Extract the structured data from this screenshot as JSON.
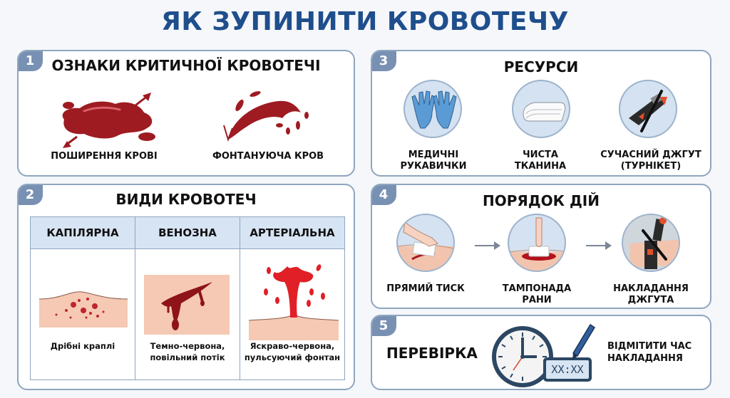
{
  "page": {
    "title": "ЯК ЗУПИНИТИ КРОВОТЕЧУ"
  },
  "colors": {
    "title": "#1f4e8c",
    "badge": "#7891b3",
    "border": "#8fa6c0",
    "blood_dark": "#9e1b22",
    "blood_bright": "#d9202a",
    "skin": "#f5c9b3",
    "table_header": "#d6e4f3",
    "circle_bg": "#d4e2f1"
  },
  "sections": {
    "signs": {
      "number": "1",
      "title": "ОЗНАКИ КРИТИЧНОЇ КРОВОТЕЧІ",
      "items": [
        {
          "label": "ПОШИРЕННЯ КРОВІ",
          "icon": "blood-pool-icon"
        },
        {
          "label": "ФОНТАНУЮЧА КРОВ",
          "icon": "blood-spurt-icon"
        }
      ]
    },
    "types": {
      "number": "2",
      "title": "ВИДИ КРОВОТЕЧ",
      "columns": [
        {
          "header": "КАПІЛЯРНА",
          "desc_line1": "Дрібні краплі",
          "desc_line2": "",
          "icon": "capillary-bleeding-icon"
        },
        {
          "header": "ВЕНОЗНА",
          "desc_line1": "Темно-червона,",
          "desc_line2": "повільний потік",
          "icon": "venous-bleeding-icon"
        },
        {
          "header": "АРТЕРІАЛЬНА",
          "desc_line1": "Яскраво-червона,",
          "desc_line2": "пульсуючий фонтан",
          "icon": "arterial-bleeding-icon"
        }
      ]
    },
    "resources": {
      "number": "3",
      "title": "РЕСУРСИ",
      "items": [
        {
          "line1": "МЕДИЧНІ",
          "line2": "РУКАВИЧКИ",
          "icon": "gloves-icon"
        },
        {
          "line1": "ЧИСТА",
          "line2": "ТКАНИНА",
          "icon": "cloth-icon"
        },
        {
          "line1": "СУЧАСНИЙ ДЖГУТ",
          "line2": "(ТУРНІКЕТ)",
          "icon": "tourniquet-icon"
        }
      ]
    },
    "steps": {
      "number": "4",
      "title": "ПОРЯДОК ДІЙ",
      "items": [
        {
          "line1": "ПРЯМИЙ ТИСК",
          "line2": "",
          "icon": "direct-pressure-icon"
        },
        {
          "line1": "ТАМПОНАДА",
          "line2": "РАНИ",
          "icon": "wound-packing-icon"
        },
        {
          "line1": "НАКЛАДАННЯ",
          "line2": "ДЖГУТА",
          "icon": "apply-tourniquet-icon"
        }
      ]
    },
    "check": {
      "number": "5",
      "title": "ПЕРЕВІРКА",
      "clock_display": "XX:XX",
      "note_line1": "ВІДМІТИТИ ЧАС",
      "note_line2": "НАКЛАДАННЯ"
    }
  }
}
